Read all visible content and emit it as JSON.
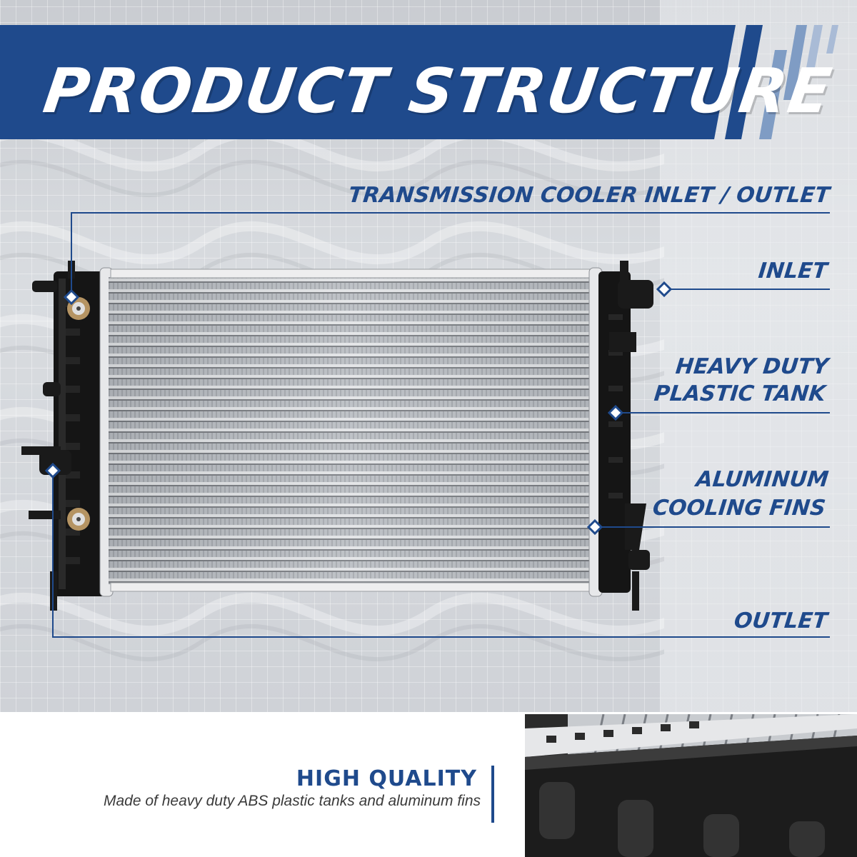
{
  "header": {
    "title": "PRODUCT STRUCTURE"
  },
  "callouts": [
    {
      "label": "TRANSMISSION COOLER INLET / OUTLET"
    },
    {
      "label": "INLET"
    },
    {
      "label_line1": "HEAVY DUTY",
      "label_line2": "PLASTIC TANK"
    },
    {
      "label_line1": "ALUMINUM",
      "label_line2": "COOLING FINS"
    },
    {
      "label": "OUTLET"
    }
  ],
  "feature": {
    "title": "HIGH QUALITY",
    "description": "Made of heavy duty ABS plastic tanks and aluminum fins"
  },
  "colors": {
    "brand_blue": "#1f4a8c",
    "banner_light": "#7f9cc4",
    "background": "#d6d9de"
  }
}
